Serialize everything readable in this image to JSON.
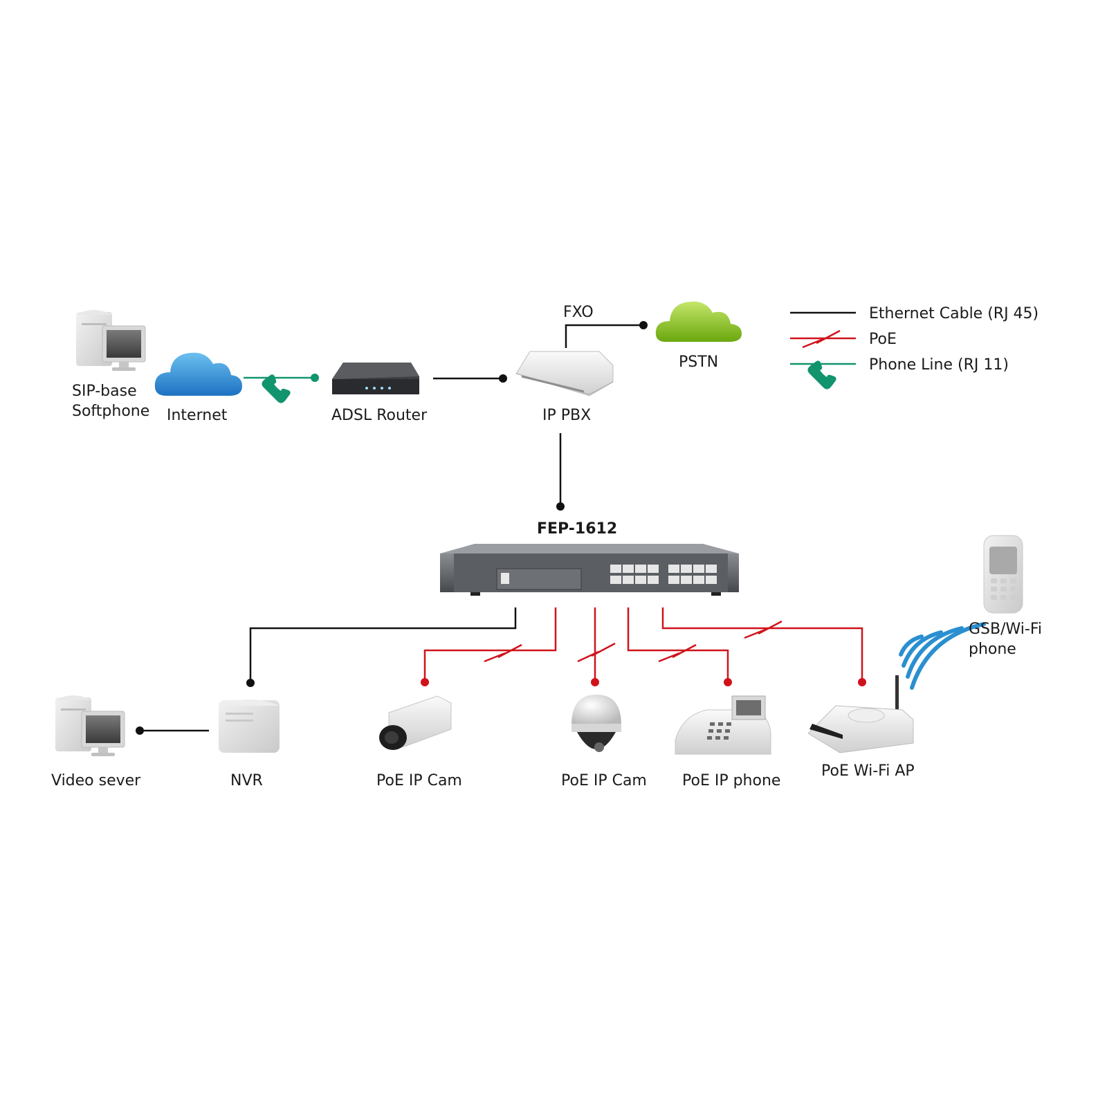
{
  "colors": {
    "ethernet": "#111111",
    "poe": "#d0121b",
    "phone_line": "#12946e",
    "wifi": "#2a8fd0",
    "cloud_internet": "#2b8fd6",
    "cloud_pstn": "#8cc21a"
  },
  "legend": {
    "ethernet": "Ethernet Cable (RJ 45)",
    "poe": "PoE",
    "phone_line": "Phone Line (RJ 11)"
  },
  "nodes": {
    "softphone_line1": "SIP-base",
    "softphone_line2": "Softphone",
    "internet": "Internet",
    "adsl_router": "ADSL Router",
    "ip_pbx": "IP PBX",
    "fxo": "FXO",
    "pstn": "PSTN",
    "switch": "FEP-1612",
    "video_server": "Video sever",
    "nvr": "NVR",
    "poe_cam_box": "PoE IP Cam",
    "poe_cam_dome": "PoE IP Cam",
    "poe_phone": "PoE IP phone",
    "poe_ap": "PoE Wi-Fi AP",
    "gsm_line1": "GSB/Wi-Fi",
    "gsm_line2": "phone"
  },
  "icons": {
    "softphone": "desktop-computer-icon",
    "internet": "cloud-icon",
    "router": "adsl-router-icon",
    "pbx": "ip-pbx-icon",
    "pstn": "cloud-icon",
    "switch": "network-switch-icon",
    "video_server": "desktop-computer-icon",
    "nvr": "nvr-icon",
    "box_cam": "box-camera-icon",
    "dome_cam": "dome-camera-icon",
    "ip_phone": "ip-phone-icon",
    "access_point": "wifi-access-point-icon",
    "mobile": "mobile-phone-icon",
    "wifi_waves": "wifi-waves-icon"
  }
}
